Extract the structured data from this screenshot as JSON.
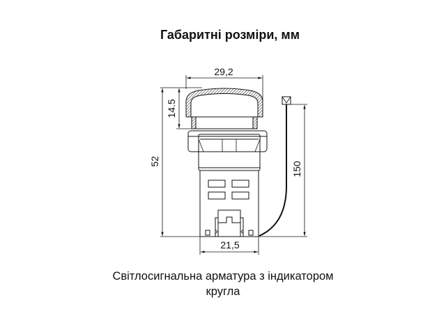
{
  "title": "Габаритні розміри, мм",
  "caption": {
    "line1": "Світлосигнальна арматура з індикатором",
    "line2": "кругла"
  },
  "dimensions": {
    "cap_width": "29,2",
    "cap_height": "14.5",
    "total_height": "52",
    "body_width": "21,5",
    "wire_length": "150"
  },
  "colors": {
    "line": "#111111",
    "background": "#ffffff"
  }
}
